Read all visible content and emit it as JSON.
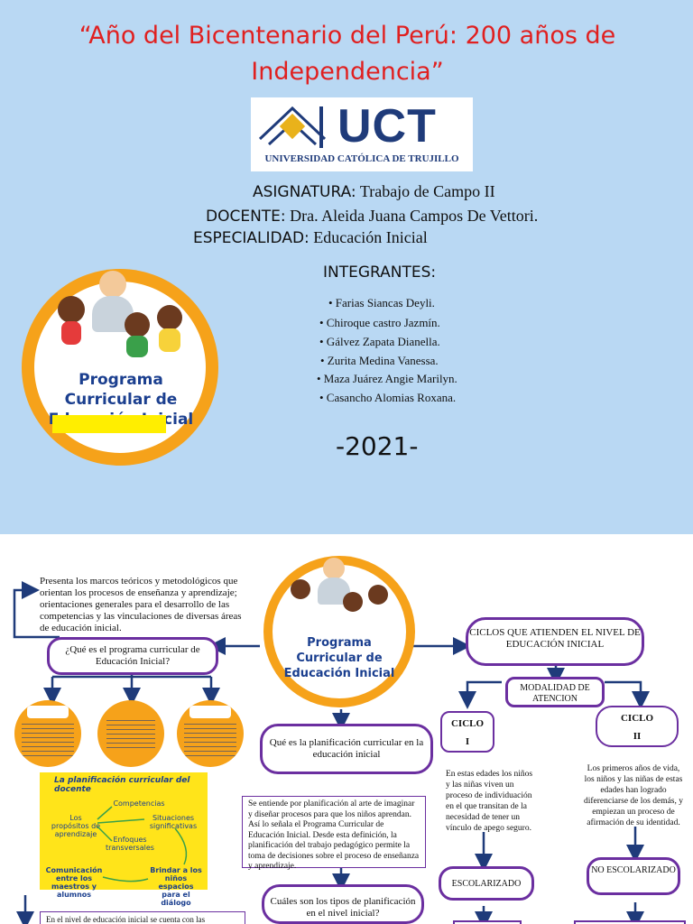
{
  "cover": {
    "title": "“Año del Bicentenario del Perú: 200 años de Independencia”",
    "logo": {
      "word": "UCT",
      "subtitle": "UNIVERSIDAD CATÓLICA DE TRUJILLO"
    },
    "asignatura": {
      "label": "ASIGNATURA:",
      "value": "Trabajo de Campo II"
    },
    "docente": {
      "label": "DOCENTE:",
      "value": "Dra. Aleida Juana Campos De Vettori."
    },
    "especialidad": {
      "label": "ESPECIALIDAD:",
      "value": "Educación Inicial"
    },
    "integrantes_label": "INTEGRANTES:",
    "integrantes": [
      "• Farias Siancas Deyli.",
      "• Chiroque castro Jazmín.",
      "• Gálvez Zapata Dianella.",
      "• Zurita Medina Vanessa.",
      "• Maza Juárez Angie Marilyn.",
      "• Casancho Alomias Roxana."
    ],
    "emblem_label": "Programa Curricular de Educación Inicial",
    "year": "-2021-",
    "colors": {
      "background": "#b9d8f3",
      "title": "#e02020",
      "emblem": "#f6a21a",
      "brand": "#1f3b7a"
    }
  },
  "map": {
    "intro_text": "Presenta los marcos teóricos y metodológicos que orientan los procesos de enseñanza y aprendizaje; orientaciones generales para el desarrollo de las competencias y las vinculaciones de diversas áreas de educación inicial.",
    "q_program": "¿Qué es el programa curricular de Educación Inicial?",
    "emblem_label": "Programa Curricular de Educación Inicial",
    "ciclos_title": "CICLOS QUE ATIENDEN EL NIVEL DE EDUCACIÓN INICIAL",
    "modalidad": "MODALIDAD DE ATENCION",
    "ciclo1": {
      "label": "CICLO",
      "roman": "I"
    },
    "ciclo2": {
      "label": "CICLO",
      "roman": "II"
    },
    "ciclo1_text": "En estas edades los niños y las niñas viven un proceso de individuación en el que transitan de la necesidad de tener un vínculo de apego seguro.",
    "ciclo2_text": "Los primeros años de vida, los niños y las niñas de estas edades han logrado diferenciarse de los demás, y empiezan un proceso de afirmación de su identidad.",
    "escolarizado": "ESCOLARIZADO",
    "no_escolarizado": "NO ESCOLARIZADO",
    "q_planificacion": "Qué es la planificación curricular en la educación inicial",
    "planificacion_text": "Se entiende por planificación al arte de imaginar y diseñar procesos para que los niños aprendan. Así lo señala el Programa Curricular de Educación Inicial. Desde esta definición, la planificación del trabajo pedagógico permite la toma de decisiones sobre el proceso de enseñanza y aprendizaje.",
    "q_tipos": "Cuáles son los tipos de planificación en el nivel inicial?",
    "bottom_text": "En el nivel de educación inicial se cuenta con las",
    "ybox": {
      "title": "La planificación curricular del docente",
      "competencias": "Competencias",
      "propositos": "Los propósitos de aprendizaje",
      "situaciones": "Situaciones significativas",
      "enfoques": "Enfoques transversales",
      "comunicacion": "Comunicación entre los maestros y alumnos",
      "brindar": "Brindar a los niños espacios para el diálogo"
    },
    "colors": {
      "accent": "#6b2fa0",
      "arrow": "#1f3b7a",
      "ybox": "#ffe41a"
    }
  }
}
